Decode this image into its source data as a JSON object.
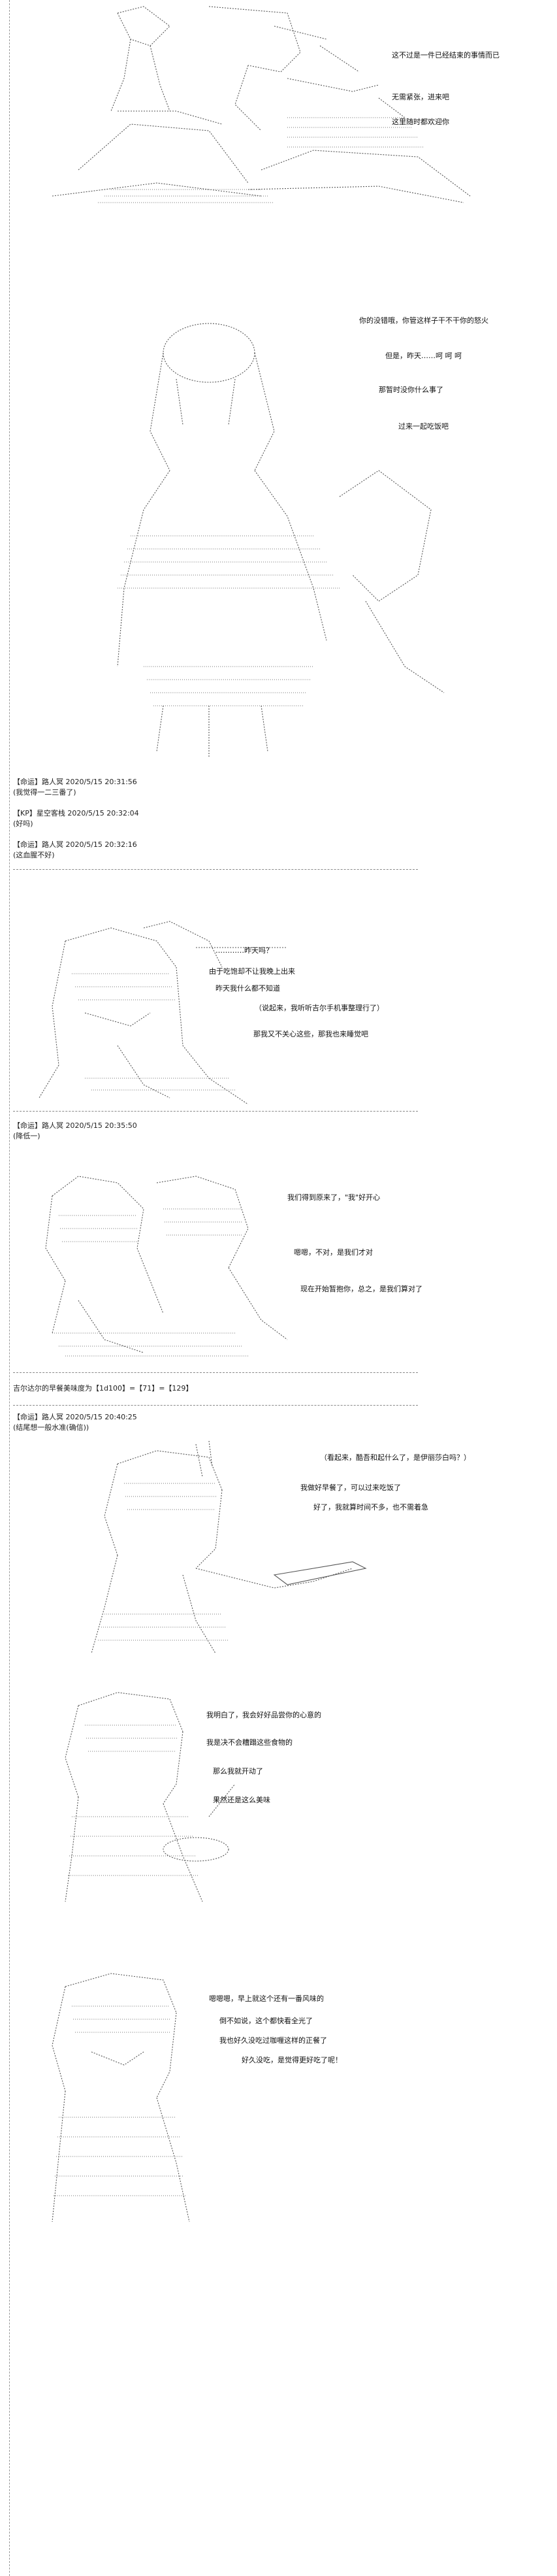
{
  "scene1": {
    "lines": [
      "这不过是一件已经结束的事情而已",
      "无需紧张，进来吧",
      "这里随时都欢迎你"
    ]
  },
  "scene2": {
    "lines": [
      "你的没错哦，你管这样子干不干你的怒火",
      "但是，昨天……呵 呵 呵",
      "那暂时没你什么事了",
      "过来一起吃饭吧"
    ]
  },
  "posts_a": [
    {
      "header": "【命运】路人冥 2020/5/15 20:31:56",
      "body": "(我觉得一二三番了)"
    },
    {
      "header": "【KP】星空客栈 2020/5/15 20:32:04",
      "body": "(好吗)"
    },
    {
      "header": "【命运】路人冥 2020/5/15 20:32:16",
      "body": "(这血腥不好)"
    }
  ],
  "scene3": {
    "lines": [
      "…………昨天吗？",
      "由于吃饱却不让我晚上出来",
      "昨天我什么都不知道",
      "（说起来，我听听吉尔手机事整理行了）",
      "那我又不关心这些，那我也来睡觉吧"
    ]
  },
  "post_b": {
    "header": "【命运】路人冥 2020/5/15 20:35:50",
    "body": "(降低一)"
  },
  "scene4": {
    "lines": [
      "我们得到原来了，\"我\"好开心",
      "嗯嗯，不对，是我们才对",
      "现在开始暂抱你，总之，是我们算对了"
    ]
  },
  "breakfast_line": "吉尔达尔的早餐美味度为【1d100】=【71】=【129】",
  "post_c": {
    "header": "【命运】路人冥 2020/5/15 20:40:25",
    "body": "(结尾想一般水准(确信))"
  },
  "scene5": {
    "lines": [
      "（看起来，酷吾和起什么了，是伊丽莎白吗？）",
      "我做好早餐了，可以过来吃饭了",
      "好了，我就算时间不多，也不需着急"
    ]
  },
  "scene6": {
    "lines": [
      "我明白了，我会好好品尝你的心意的",
      "我是决不会糟蹋这些食物的",
      "那么我就开动了",
      "果然还是这么美味"
    ]
  },
  "scene7": {
    "lines": [
      "嗯嗯嗯，早上就这个还有一番风味的",
      "倒不如说，这个都快看全光了",
      "我也好久没吃过咖喱这样的正餐了",
      "好久没吃，是觉得更好吃了呢！"
    ]
  }
}
